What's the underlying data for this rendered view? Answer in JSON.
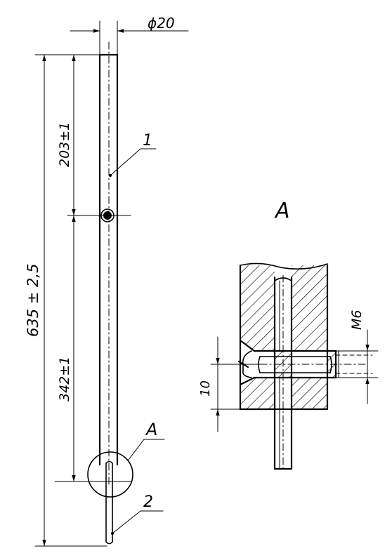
{
  "labels": {
    "diameter": "ϕ20",
    "total_length": "635 ± 2,5",
    "upper_length": "203±1",
    "lower_length": "342±1",
    "part_1": "1",
    "part_2": "2",
    "detail_ref": "A",
    "detail_title": "A",
    "thread": "M6",
    "detail_dim": "10"
  }
}
